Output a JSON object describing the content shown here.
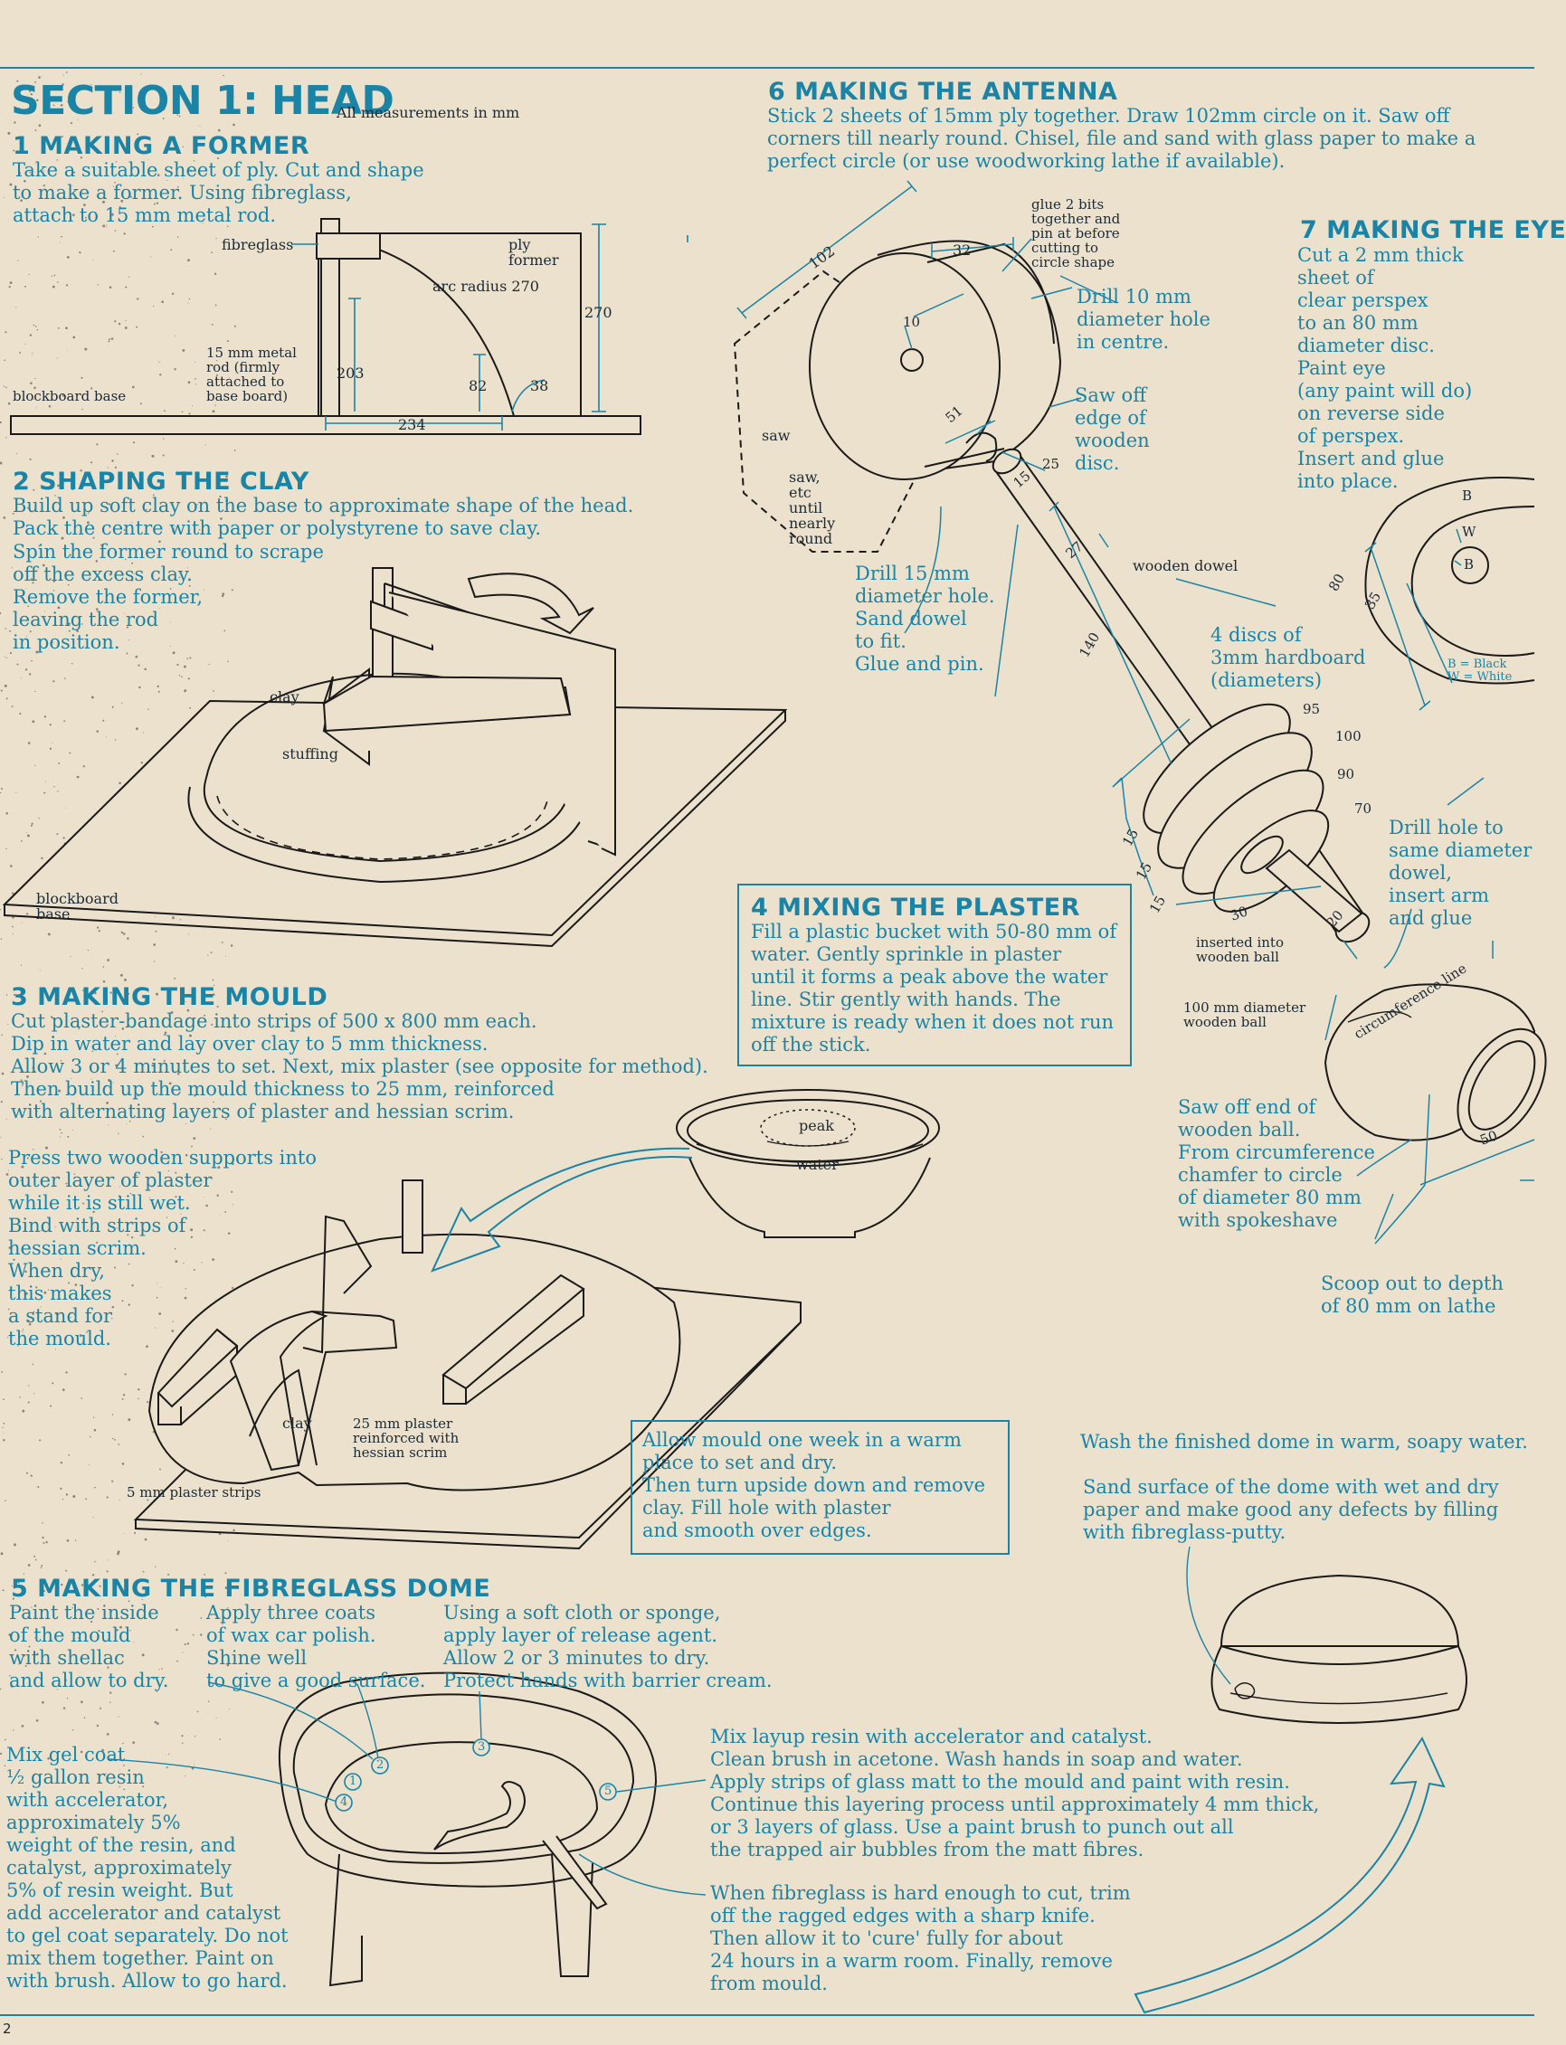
{
  "header": {
    "section_title": "SECTION 1: HEAD",
    "measure_note": "All measurements in mm"
  },
  "step1": {
    "title": "1 MAKING A FORMER",
    "body": "Take a suitable sheet of ply. Cut and shape\nto make a former. Using fibreglass,\nattach to 15 mm metal rod.",
    "labels": {
      "fibreglass": "fibreglass",
      "ply_former": "ply\nformer",
      "arc_radius": "arc radius 270",
      "rod": "15 mm metal\nrod (firmly\nattached to\nbase board)",
      "base": "blockboard base",
      "d270": "270",
      "d203": "203",
      "d82": "82",
      "d38": "38",
      "d234": "234"
    }
  },
  "step2": {
    "title": "2 SHAPING THE CLAY",
    "body": "Build up soft clay on the base to approximate shape of the head.\nPack the centre with paper or polystyrene to save clay.",
    "body2": "Spin the former round to scrape\noff the excess clay.\nRemove the former,\nleaving the rod\nin position.",
    "labels": {
      "clay": "clay",
      "stuffing": "stuffing",
      "base": "blockboard\nbase"
    }
  },
  "step3": {
    "title": "3 MAKING THE MOULD",
    "body": "Cut plaster-bandage into strips of 500 x 800 mm each.\nDip in water and lay over clay to 5 mm thickness.\nAllow 3 or 4 minutes to set. Next, mix plaster (see opposite for method).\nThen build up the mould thickness to 25 mm, reinforced\nwith alternating layers of plaster and hessian scrim.",
    "supports": "Press two wooden supports into\nouter layer of plaster\nwhile it is still wet.\nBind with strips of\nhessian scrim.\nWhen dry,\nthis makes\na stand for\nthe mould.",
    "labels": {
      "clay": "clay",
      "plaster25": "25 mm plaster\nreinforced with\nhessian scrim",
      "strips": "5 mm plaster strips"
    }
  },
  "step4": {
    "title": "4 MIXING THE PLASTER",
    "body": "Fill a plastic bucket with 50-80 mm of\nwater. Gently sprinkle in plaster\nuntil it forms a peak above the water\nline. Stir gently with hands. The\nmixture is ready when it does not run\noff the stick.",
    "labels": {
      "peak": "peak",
      "water": "water"
    }
  },
  "mould_note": "Allow mould one week in a warm\nplace to set and dry.\nThen turn upside down and remove\nclay. Fill hole with plaster\nand smooth over edges.",
  "step5": {
    "title": "5 MAKING THE FIBREGLASS DOME",
    "col1": "Paint the inside\nof the mould\nwith shellac\nand allow to dry.",
    "col2": "Apply three coats\nof wax car polish.\nShine well\nto give a good surface.",
    "col3": "Using a soft cloth or sponge,\napply layer of release agent.\nAllow 2 or 3 minutes to dry.\nProtect hands with barrier cream.",
    "gel": "Mix gel coat\n½ gallon resin\nwith accelerator,\napproximately 5%\nweight of the resin, and\ncatalyst, approximately\n5% of resin weight. But\nadd accelerator and catalyst\nto gel coat separately. Do not\nmix them together. Paint on\nwith brush. Allow to go hard.",
    "layup": "Mix layup resin with accelerator and catalyst.\nClean brush in acetone. Wash hands in soap and water.\nApply strips of glass matt to the mould and paint with resin.\nContinue this layering process until approximately 4 mm thick,\nor 3 layers of glass. Use a paint brush to punch out all\nthe trapped air bubbles from the matt fibres.",
    "trim": "When fibreglass is hard enough to cut, trim\noff the ragged edges with a sharp knife.\nThen allow it to 'cure' fully for about\n24 hours in a warm room. Finally, remove\nfrom mould.",
    "markers": [
      "1",
      "2",
      "3",
      "4",
      "5"
    ]
  },
  "finish": {
    "wash": "Wash the finished dome in warm, soapy water.",
    "sand": "Sand surface of the dome with wet and dry\npaper and make good any defects by filling\nwith fibreglass-putty."
  },
  "step6": {
    "title": "6 MAKING THE ANTENNA",
    "body": "Stick 2 sheets of 15mm ply together. Draw 102mm circle on it. Saw off\ncorners till nearly round. Chisel, file and sand with glass paper to make a\nperfect circle (or use woodworking lathe if available).",
    "glue": "glue 2 bits\ntogether and\npin at before\ncutting to\ncircle shape",
    "drill10": "Drill 10 mm\ndiameter hole\nin centre.",
    "sawoff": "Saw off\nedge of\nwooden\ndisc.",
    "drill15": "Drill 15 mm\ndiameter hole.\nSand dowel\nto fit.\nGlue and pin.",
    "discs": "4 discs of\n3mm hardboard\n(diameters)",
    "drillhole": "Drill hole to\nsame diameter\ndowel,\ninsert arm\nand glue",
    "sawend": "Saw off end of\nwooden ball.\nFrom circumference\nchamfer to circle\nof diameter 80 mm\nwith spokeshave",
    "scoop": "Scoop out to depth\nof 80 mm on lathe",
    "labels": {
      "saw": "saw",
      "saw_etc": "saw,\netc\nuntil\nnearly\nround",
      "wooden_dowel": "wooden dowel",
      "inserted": "inserted into\nwooden ball",
      "ball": "100 mm diameter\nwooden ball",
      "circumference": "circumference line",
      "d102": "102",
      "d32": "32",
      "d10": "10",
      "d51": "51",
      "d25": "25",
      "d15": "15",
      "d27": "27",
      "d140": "140",
      "d95": "95",
      "d100": "100",
      "d90": "90",
      "d70": "70",
      "d30": "30",
      "d20": "20",
      "d50": "50",
      "s15a": "15",
      "s15b": "15",
      "s15c": "15"
    }
  },
  "step7": {
    "title": "7 MAKING THE EYE",
    "body": "Cut a 2 mm thick\nsheet of\nclear perspex\nto an 80 mm\ndiameter disc.\nPaint eye\n(any paint will do)\non reverse side\nof perspex.\nInsert and glue\ninto place.",
    "labels": {
      "b1": "B",
      "w": "W",
      "b2": "B",
      "d80": "80",
      "d35": "35",
      "key": "B = Black\nW = White"
    }
  },
  "page_number": "2",
  "colors": {
    "paper": "#ece1cc",
    "accent": "#1a84a6",
    "ink": "#1a2a36"
  }
}
